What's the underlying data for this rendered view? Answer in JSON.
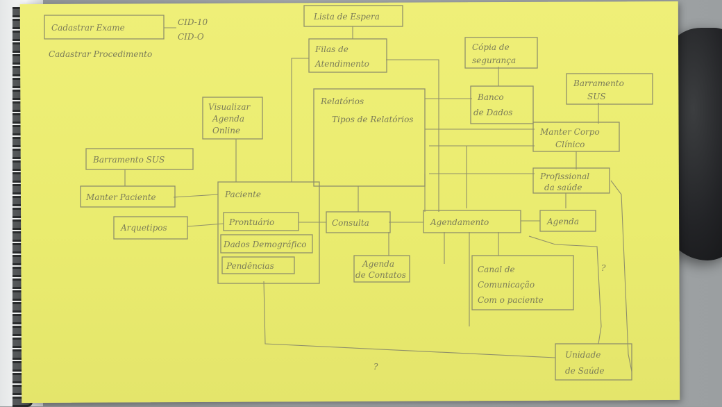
{
  "notes": {
    "cadastrar_exame": "Cadastrar Exame",
    "cid10": "CID-10",
    "cido": "CID-O",
    "cadastrar_procedimento": "Cadastrar Procedimento"
  },
  "boxes": {
    "lista_espera": "Lista de Espera",
    "filas_atendimento": [
      "Filas de",
      "Atendimento"
    ],
    "copia_seguranca": [
      "Cópia de",
      "segurança"
    ],
    "barramento_sus_top": [
      "Barramento",
      "SUS"
    ],
    "relatorios": "Relatórios",
    "tipos_relatorios": "Tipos de Relatórios",
    "banco_dados": [
      "Banco",
      "de Dados"
    ],
    "visualizar_agenda": [
      "Visualizar",
      "Agenda",
      "Online"
    ],
    "manter_corpo_clinico": [
      "Manter Corpo",
      "Clínico"
    ],
    "barramento_sus_left": "Barramento SUS",
    "manter_paciente": "Manter Paciente",
    "profissional_saude": [
      "Profissional",
      "da saúde"
    ],
    "paciente": "Paciente",
    "prontuario": "Prontuário",
    "dados_demografico": "Dados Demográfico",
    "pendencias": "Pendências",
    "arquetipos": "Arquetipos",
    "consulta": "Consulta",
    "agendamento": "Agendamento",
    "agenda": "Agenda",
    "agenda_contatos": [
      "Agenda",
      "de Contatos"
    ],
    "canal_comunicacao": [
      "Canal de",
      "Comunicação",
      "Com o paciente"
    ],
    "unidade_saude": [
      "Unidade",
      "de Saúde"
    ],
    "question_right": "?",
    "question_bottom": "?"
  },
  "colors": {
    "paper": "#ecee72",
    "pencil": "#8f8f6a"
  }
}
